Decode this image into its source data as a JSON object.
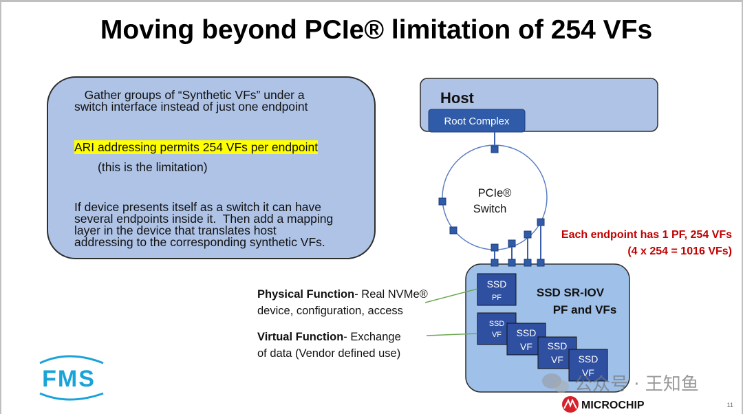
{
  "title": "Moving beyond PCIe® limitation of 254 VFs",
  "info_box": {
    "para1": "   Gather groups of “Synthetic VFs” under a\nswitch interface instead of just one endpoint",
    "highlight": "ARI addressing permits 254 VFs per endpoint",
    "para2": "       (this is the limitation)",
    "para3": "If device presents itself as a switch it can have\nseveral endpoints inside it.  Then add a mapping\nlayer in the device that translates host\naddressing to the corresponding synthetic VFs."
  },
  "host": {
    "label": "Host",
    "root_complex": "Root Complex"
  },
  "switch": {
    "line1": "PCIe®",
    "line2": "Switch"
  },
  "red_note": {
    "line1": "Each endpoint has 1 PF, 254 VFs",
    "line2": "(4 x 254 = 1016 VFs)"
  },
  "ssd_box": {
    "title_line1": "SSD SR-IOV",
    "title_line2": "PF and VFs",
    "pf": {
      "top": "SSD",
      "bottom": "PF"
    },
    "vfs": [
      {
        "top": "SSD",
        "bottom": "VF"
      },
      {
        "top": "SSD",
        "bottom": "VF"
      },
      {
        "top": "SSD",
        "bottom": "VF"
      },
      {
        "top": "SSD",
        "bottom": "VF"
      }
    ]
  },
  "physical_function": {
    "bold": "Physical Function",
    "rest1": "- Real NVMe®",
    "line2": "device, configuration, access"
  },
  "virtual_function": {
    "bold": "Virtual Function",
    "rest1": "- Exchange",
    "line2": "of data (Vendor defined use)"
  },
  "logos": {
    "fms": "FMS",
    "microchip": "MICROCHIP"
  },
  "watermark": "公众号 · 王知鱼",
  "page_number": "11",
  "colors": {
    "info_fill": "#aec3e6",
    "host_fill": "#aec3e6",
    "root_complex": "#2f5ba8",
    "ssd_fill": "#2f4fa0",
    "red": "#c00000",
    "highlight": "#ffff00",
    "fms_blue": "#1aa3d9",
    "microchip_red": "#d6202a"
  }
}
